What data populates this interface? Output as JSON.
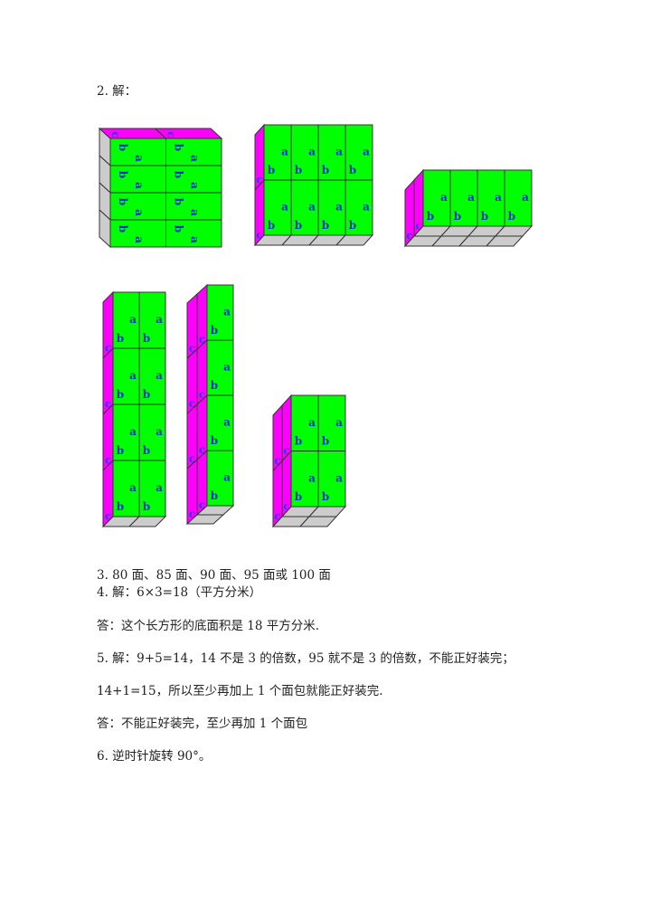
{
  "q2_heading": "2. 解：",
  "face_labels": {
    "a": "a",
    "b": "b",
    "c": "c"
  },
  "colors": {
    "front": "#00ff00",
    "side": "#ff00ff",
    "bottom": "#cccccc",
    "label": "#0033cc",
    "c_label": "#3333ff"
  },
  "figures": [
    {
      "cols": 2,
      "rows": 4,
      "layers": 1,
      "style": "top"
    },
    {
      "cols": 4,
      "rows": 2,
      "layers": 1,
      "style": "left"
    },
    {
      "cols": 4,
      "rows": 1,
      "layers": 2,
      "style": "left"
    },
    {
      "cols": 2,
      "rows": 4,
      "layers": 1,
      "style": "left"
    },
    {
      "cols": 1,
      "rows": 4,
      "layers": 2,
      "style": "left"
    },
    {
      "cols": 2,
      "rows": 2,
      "layers": 2,
      "style": "left"
    }
  ],
  "lines": [
    "3. 80 面、85 面、90 面、95 面或 100 面",
    "4. 解：6×3=18（平方分米）",
    "答：这个长方形的底面积是 18 平方分米.",
    "5. 解：9+5=14，14 不是 3 的倍数，95 就不是 3 的倍数，不能正好装完；",
    "14+1=15，所以至少再加上 1 个面包就能正好装完.",
    "答：不能正好装完，至少再加 1 个面包",
    "6. 逆时针旋转 90°。"
  ]
}
